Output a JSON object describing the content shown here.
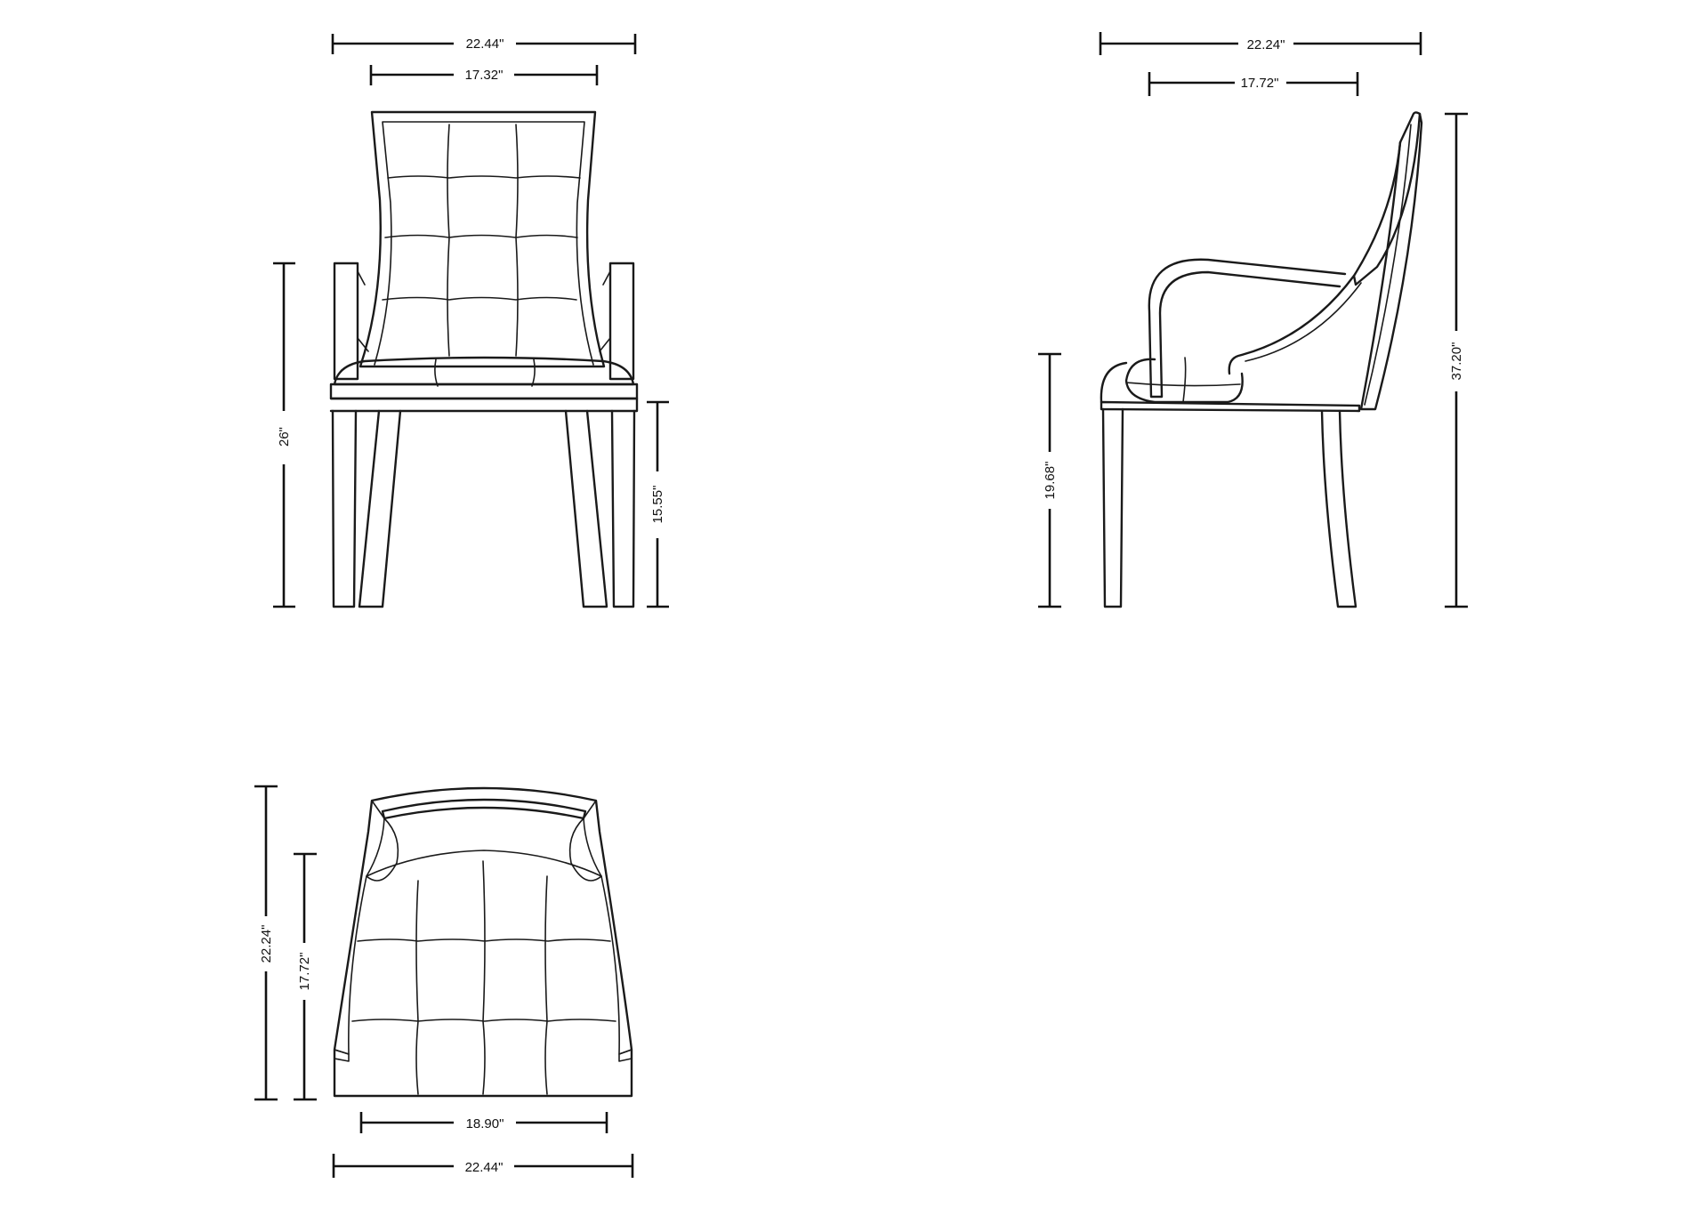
{
  "front_view": {
    "overall_width": "22.44\"",
    "back_width": "17.32\"",
    "arm_height": "26\"",
    "seat_height": "15.55\""
  },
  "side_view": {
    "overall_depth": "22.24\"",
    "seat_depth": "17.72\"",
    "seat_height": "19.68\"",
    "overall_height": "37.20\""
  },
  "top_view": {
    "overall_depth": "22.24\"",
    "seat_depth": "17.72\"",
    "seat_width": "18.90\"",
    "overall_width": "22.44\""
  }
}
